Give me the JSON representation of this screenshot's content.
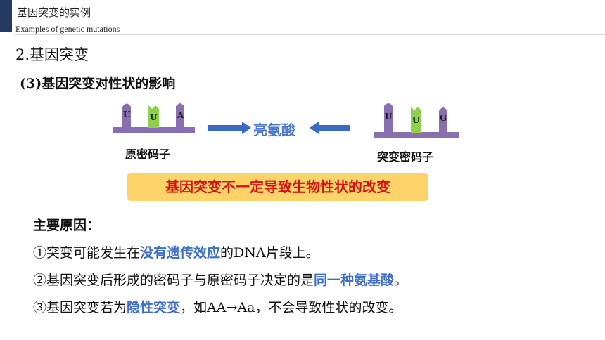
{
  "header": {
    "title_cn": "基因突变的实例",
    "title_en": "Examples of genetic mutations"
  },
  "section_title": "2.基因突变",
  "subtitle": "(3)基因突变对性状的影响",
  "diagram": {
    "original_label": "原密码子",
    "mutant_label": "突变密码子",
    "amino_acid": "亮氨酸",
    "original_bases": [
      "U",
      "U",
      "A"
    ],
    "mutant_bases": [
      "U",
      "U",
      "G"
    ],
    "colors": {
      "base_purple": "#8a6fb0",
      "base_green": "#8fcf4e",
      "arrow_blue": "#3b6bc0"
    }
  },
  "highlight": {
    "text": "基因突变不一定导致生物性状的改变",
    "bg_color": "#fdd36a",
    "text_color": "#d21414"
  },
  "reasons": {
    "title": "主要原因：",
    "r1": {
      "prefix": "①突变可能发生在",
      "highlight": "没有遗传效应",
      "suffix": "的DNA片段上。"
    },
    "r2": {
      "prefix": "②基因突变后形成的密码子与原密码子决定的是",
      "highlight": "同一种氨基酸",
      "suffix": "。"
    },
    "r3": {
      "prefix": "③基因突变若为",
      "highlight": "隐性突变",
      "suffix": "，如AA→Aa，不会导致性状的改变。"
    }
  }
}
